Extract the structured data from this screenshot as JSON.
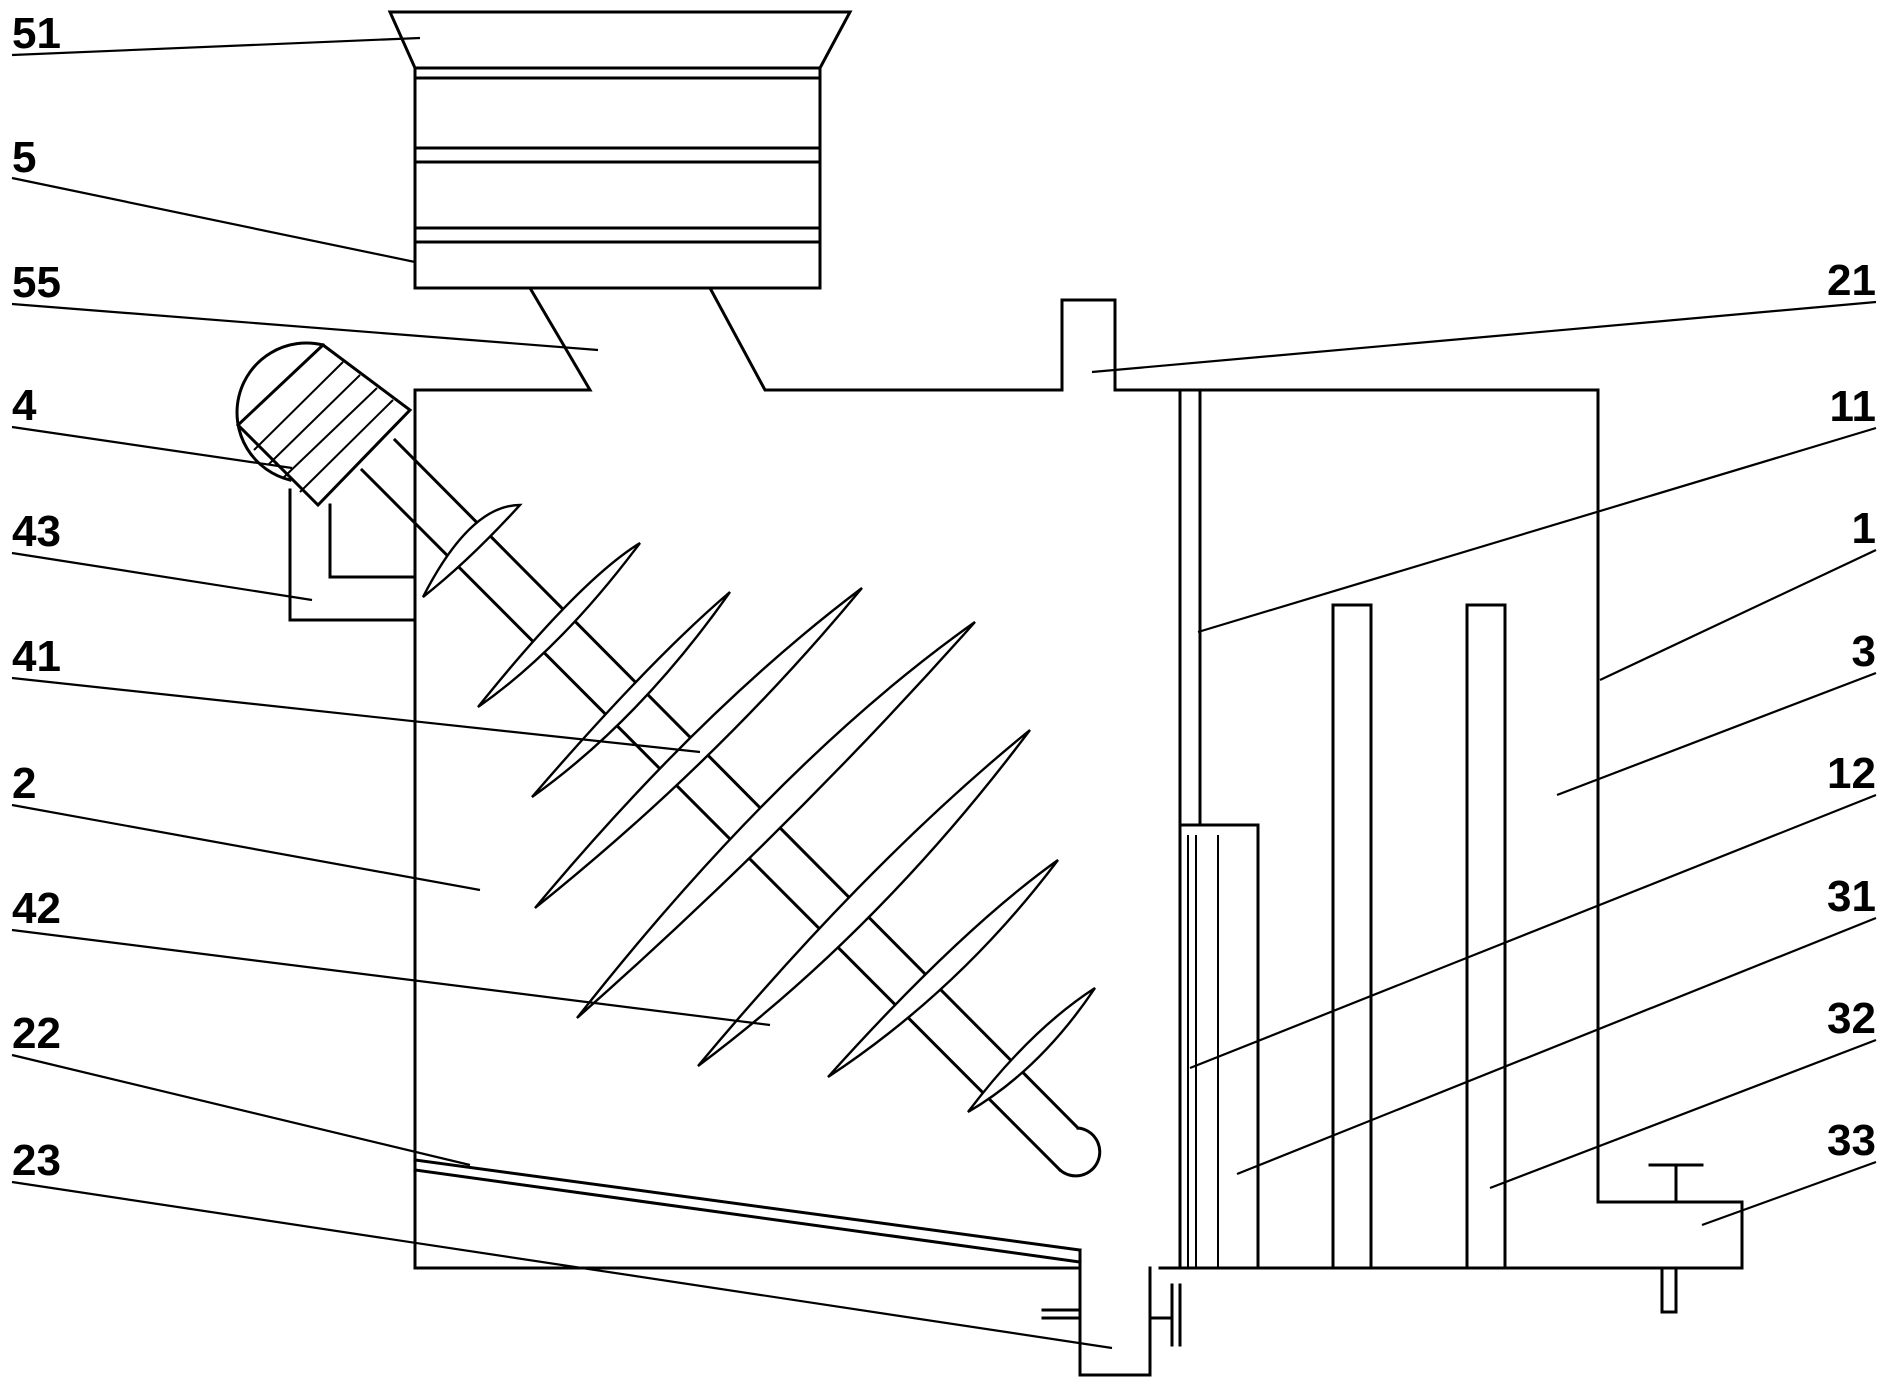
{
  "labels": {
    "51": "51",
    "5": "5",
    "55": "55",
    "4": "4",
    "43": "43",
    "41": "41",
    "2": "2",
    "42": "42",
    "22": "22",
    "23": "23",
    "21": "21",
    "11": "11",
    "1": "1",
    "3": "3",
    "12": "12",
    "31": "31",
    "32": "32",
    "33": "33"
  },
  "colors": {
    "line": "#000000",
    "background": "#ffffff"
  }
}
